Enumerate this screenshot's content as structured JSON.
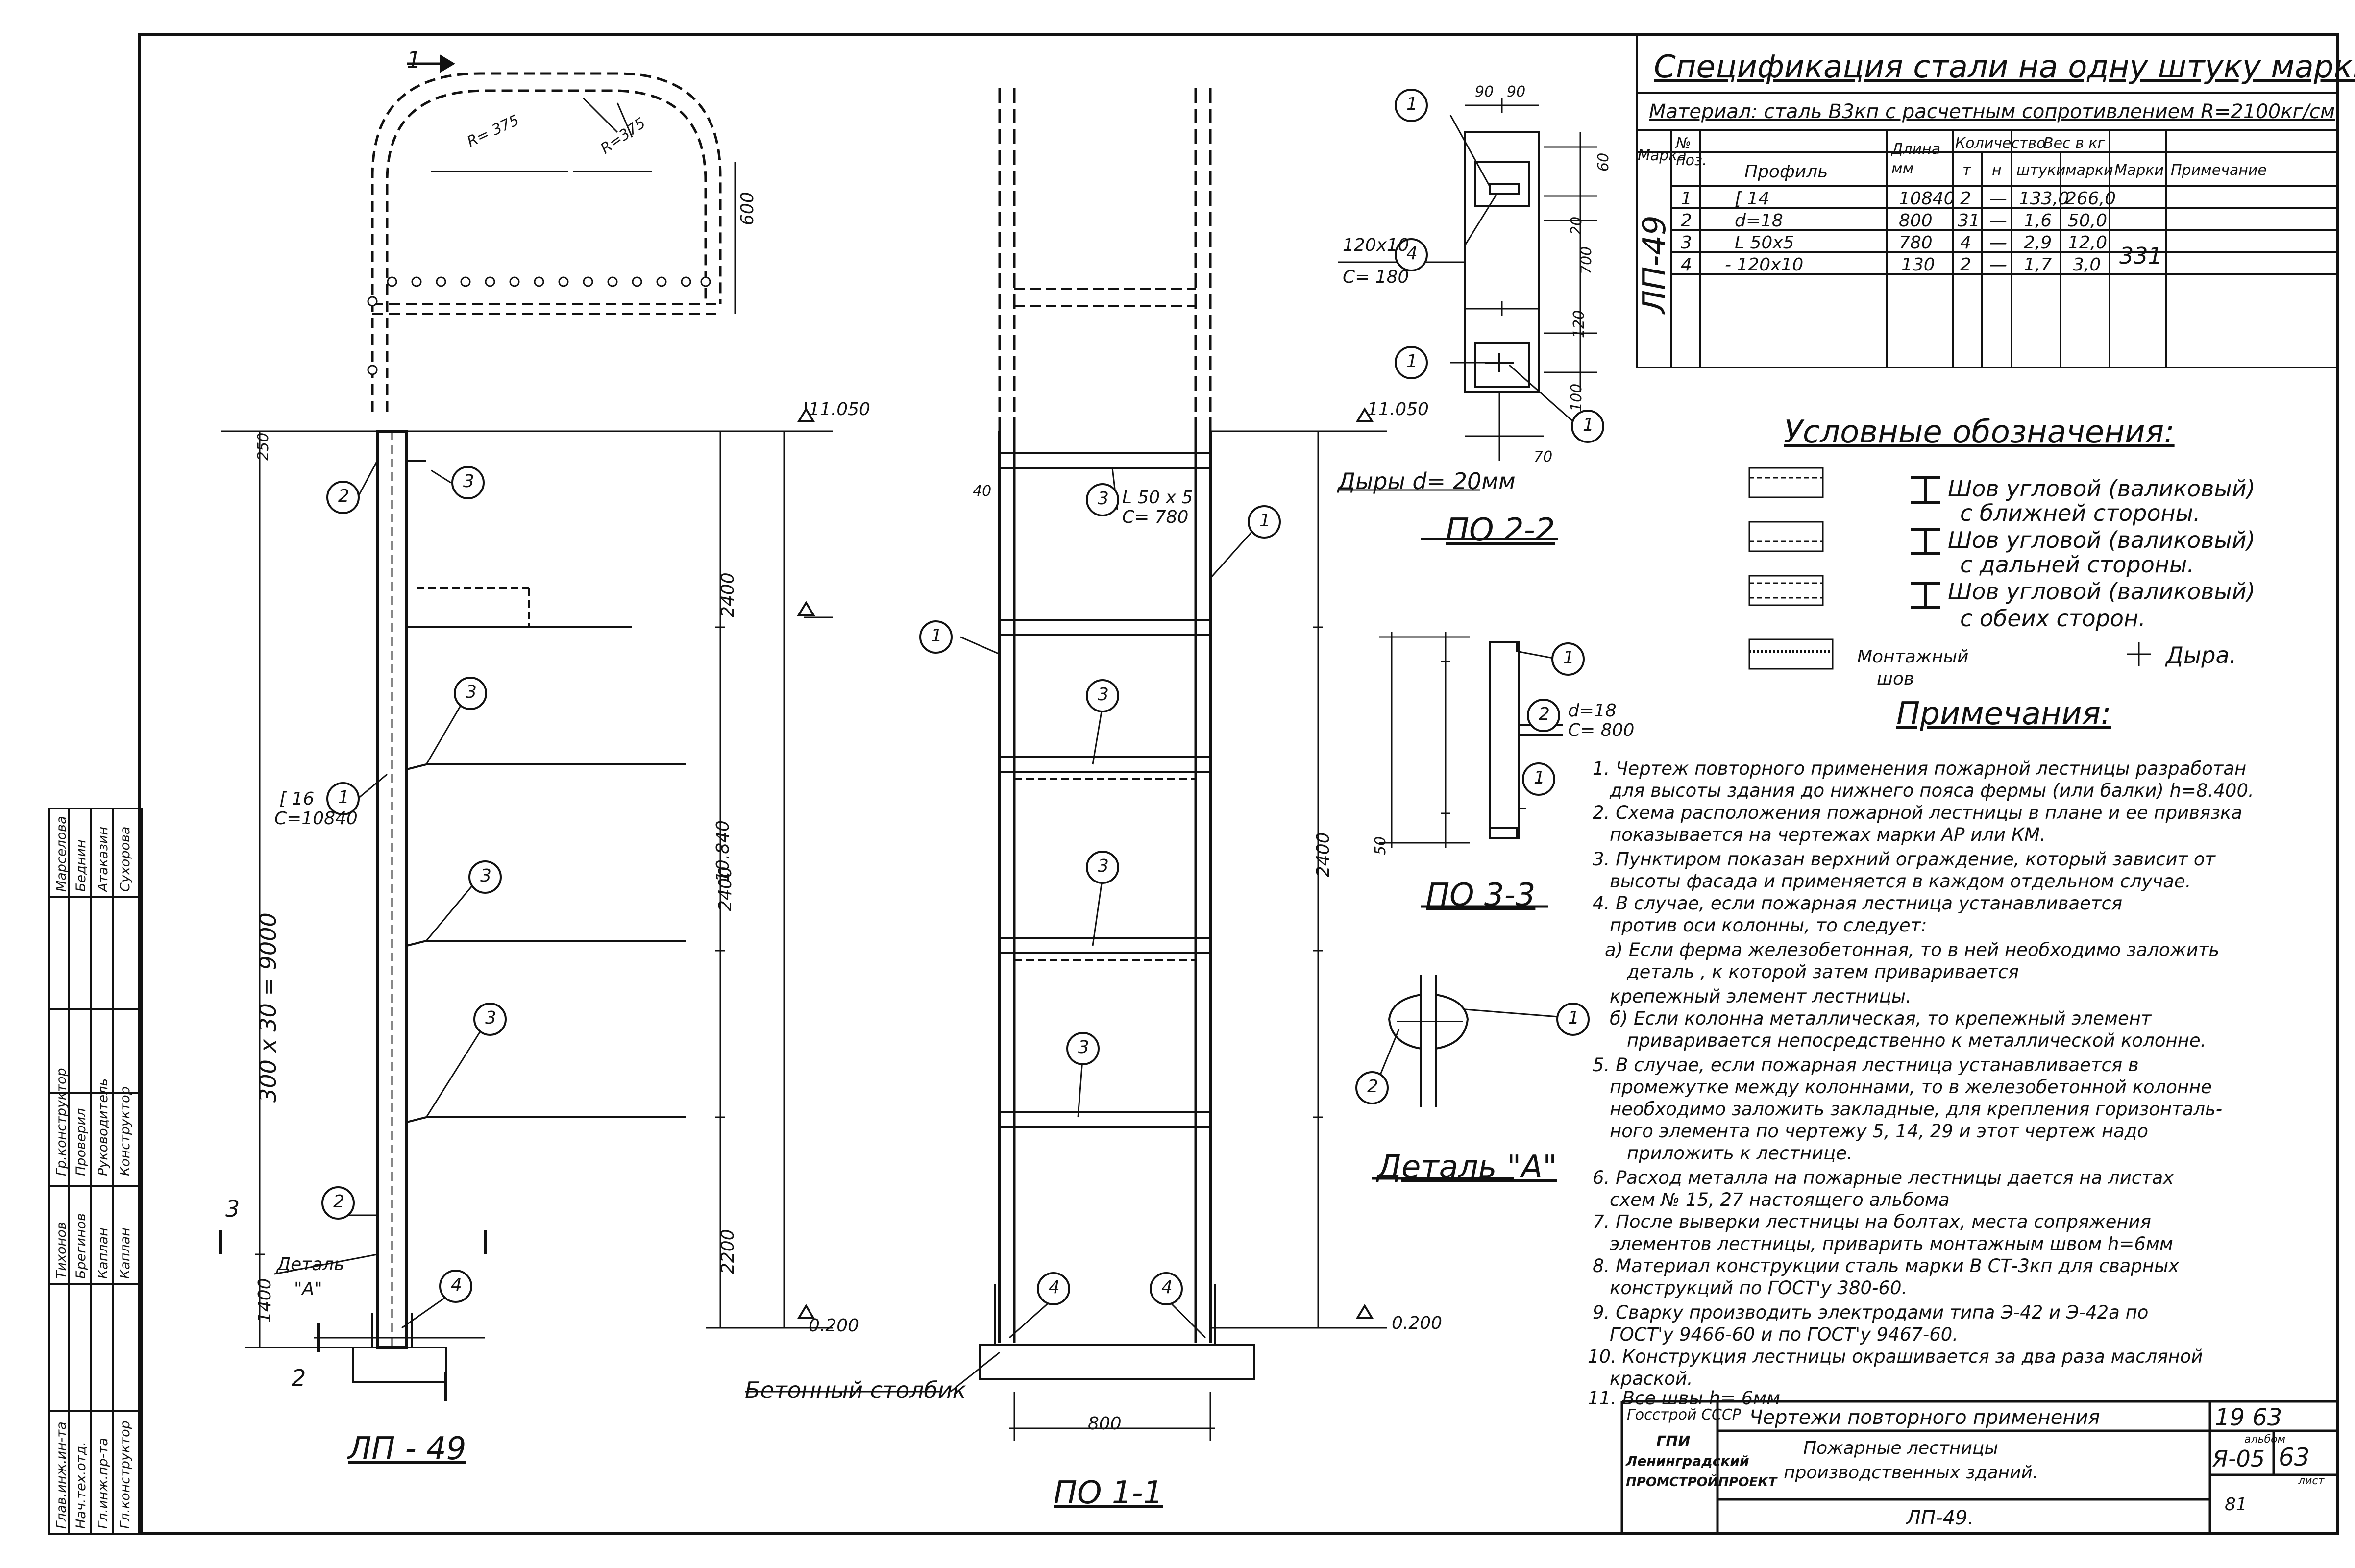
{
  "spec": {
    "title": "Спецификация стали на одну штуку марки.",
    "material": "Материал: сталь В3кп с расчетным сопротивлением R=2100кг/см",
    "headers": {
      "mark": "Марка",
      "pos": "№ поз.",
      "profile": "Профиль",
      "length": "Длина мм",
      "qty": "Количество",
      "qty_t": "т",
      "qty_n": "н",
      "weight": "Вес в кг",
      "w_piece": "штуки",
      "w_mark": "марки",
      "w_marks": "Марки",
      "remark": "Примечание"
    },
    "mark_value": "ЛП-49",
    "total": "331",
    "rows": [
      {
        "pos": "1",
        "profile": "[ 14",
        "length": "10840",
        "t": "2",
        "n": "—",
        "piece": "133,0",
        "mark": "266,0"
      },
      {
        "pos": "2",
        "profile": "d=18",
        "length": "800",
        "t": "31",
        "n": "—",
        "piece": "1,6",
        "mark": "50,0"
      },
      {
        "pos": "3",
        "profile": "L 50x5",
        "length": "780",
        "t": "4",
        "n": "—",
        "piece": "2,9",
        "mark": "12,0"
      },
      {
        "pos": "4",
        "profile": "- 120x10",
        "length": "130",
        "t": "2",
        "n": "—",
        "piece": "1,7",
        "mark": "3,0"
      }
    ]
  },
  "legend": {
    "title": "Условные обозначения:",
    "items": [
      {
        "line1": "Шов угловой (валиковый)",
        "line2": "с ближней стороны."
      },
      {
        "line1": "Шов угловой (валиковый)",
        "line2": "с дальней стороны."
      },
      {
        "line1": "Шов угловой (валиковый)",
        "line2": "с обеих сторон."
      }
    ],
    "mount_seam": "Монтажный",
    "mount_seam2": "шов",
    "hole": "Дыра."
  },
  "notes": {
    "title": "Примечания:",
    "lines": [
      "1. Чертеж повторного применения пожарной лестницы разработан",
      "для высоты здания до нижнего пояса фермы (или балки) h=8.400.",
      "2. Схема расположения пожарной лестницы в плане и ее привязка",
      "показывается на чертежах марки АР или КМ.",
      "3. Пунктиром показан верхний ограждение, который зависит от",
      "высоты фасада и применяется в каждом отдельном случае.",
      "4. В случае, если пожарная лестница устанавливается",
      "против оси колонны, то следует:",
      "а) Если ферма железобетонная, то в ней необходимо заложить",
      "деталь                           , к которой затем приваривается",
      "крепежный элемент лестницы.",
      "б) Если колонна металлическая, то крепежный элемент",
      "приваривается непосредственно к металлической колонне.",
      "5. В случае, если пожарная лестница устанавливается в",
      "промежутке между колоннами, то в железобетонной колонне",
      "необходимо заложить закладные, для крепления горизонталь-",
      "ного элемента по чертежу 5, 14, 29 и этот чертеж надо",
      "приложить к лестнице.",
      "6. Расход металла на пожарные лестницы дается на листах",
      "схем № 15, 27   настоящего альбома",
      "7. После выверки лестницы на болтах, места сопряжения",
      "элементов лестницы, приварить монтажным швом h=6мм",
      "8. Материал конструкции сталь марки В СТ-3кп для сварных",
      "конструкций по ГОСТ'у 380-60.",
      "9. Сварку производить электродами типа Э-42 и Э-42а по",
      "ГОСТ'у 9466-60 и по ГОСТ'у 9467-60.",
      "10. Конструкция лестницы окрашивается за два раза масляной",
      "краской.",
      "11.  Все швы h= 6мм"
    ]
  },
  "titleblock": {
    "org1": "Госстрой  СССР",
    "org2": "ГПИ",
    "org3": "Ленинградский",
    "org4": "ПРОМСТРОЙПРОЕКТ",
    "desc1": "Чертежи повторного применения",
    "desc2": "Пожарные лестницы",
    "desc3": "производственных зданий.",
    "desc4": "ЛП-49.",
    "year": "19 63",
    "album_label": "альбом",
    "album": "Я-05",
    "sheet_no": "63",
    "sheet_label": "лист",
    "sheet_sub": "81"
  },
  "stamp": {
    "roles": [
      "Глав.инж.ин-та",
      "Нач.тех.отд.",
      "Гл.инж.пр-та",
      "Гл.конструктор",
      "Гр.конструктор",
      "Проверил",
      "Руководитель",
      "Конструктор"
    ],
    "names": [
      "Тихонов",
      "Брегинов",
      "Каплан",
      "Каплан",
      "Марселова",
      "Беднин",
      "Атаказин",
      "Сухорова"
    ]
  },
  "drawing": {
    "elev_main_label": "ЛП - 49",
    "sec11_label": "ПО 1-1",
    "sec22_label": "ПО 2-2",
    "sec33_label": "ПО 3-3",
    "detail_label": "Деталь \"А\"",
    "level_top": "11.050",
    "level_top2": "11.050",
    "level_bottom": "0.200",
    "level_bottom2": "0.200",
    "channel_note1": "[ 16",
    "channel_note2": "С=10840",
    "angle_note1": "L 50 x 5",
    "angle_note2": "С= 780",
    "plate_note1": "120x10",
    "plate_note2": "С= 180",
    "rung_note1": "d=18",
    "rung_note2": "С= 800",
    "holes_note": "Дыры d= 20мм",
    "concrete": "Бетонный столбик",
    "detail_ref1": "Деталь",
    "detail_ref2": "\"А\"",
    "dim_9000": "300 x 30 = 9000",
    "dim_10840": "10.840",
    "dim_2400a": "2400",
    "dim_2400b": "2400",
    "dim_2400c": "2400",
    "dim_2200": "2200",
    "dim_1400": "1400",
    "dim_600": "600",
    "dim_250": "250",
    "dim_700": "700",
    "dim_900": "90",
    "dim_90": "90",
    "dim_40": "40",
    "dim_120": "120",
    "dim_70": "70",
    "dim_60": "60",
    "dim_20": "20",
    "dim_100": "100",
    "dim_800": "800",
    "dim_50": "50",
    "r1": "R= 375",
    "r2": "R=375",
    "sec_mark_1": "1",
    "sec_mark_2": "2",
    "sec_mark_3": "3",
    "b1": "1",
    "b2": "2",
    "b3": "3",
    "b4": "4"
  }
}
